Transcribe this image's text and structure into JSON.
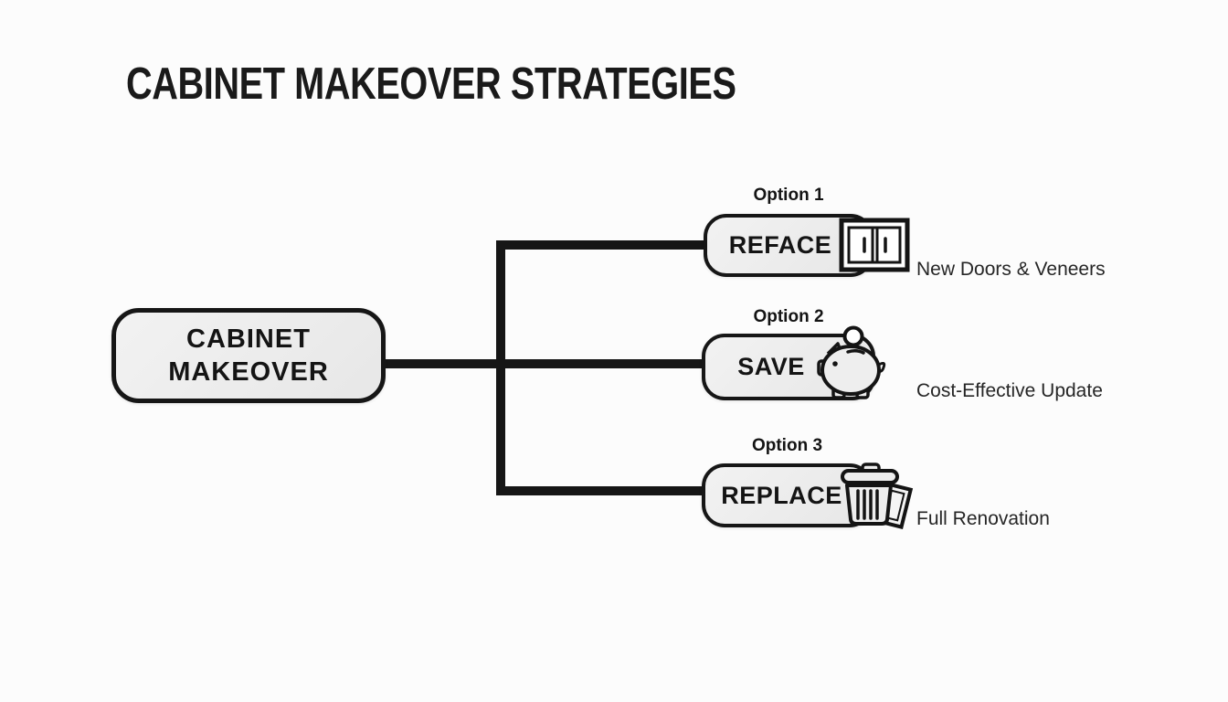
{
  "title": "CABINET MAKEOVER STRATEGIES",
  "colors": {
    "background": "#fcfcfc",
    "line": "#161616",
    "box_fill": "#ececec",
    "box_border": "#161616",
    "title_text": "#1a1a1a",
    "caption_text": "#262626"
  },
  "root": {
    "label": "CABINET\nMAKEOVER"
  },
  "options": [
    {
      "tag": "Option 1",
      "label": "REFACE",
      "icon": "cabinet-doors-icon",
      "caption": "New Doors & Veneers"
    },
    {
      "tag": "Option 2",
      "label": "SAVE",
      "icon": "piggy-bank-icon",
      "caption": "Cost-Effective Update"
    },
    {
      "tag": "Option 3",
      "label": "REPLACE",
      "icon": "trash-can-icon",
      "caption": "Full Renovation"
    }
  ]
}
